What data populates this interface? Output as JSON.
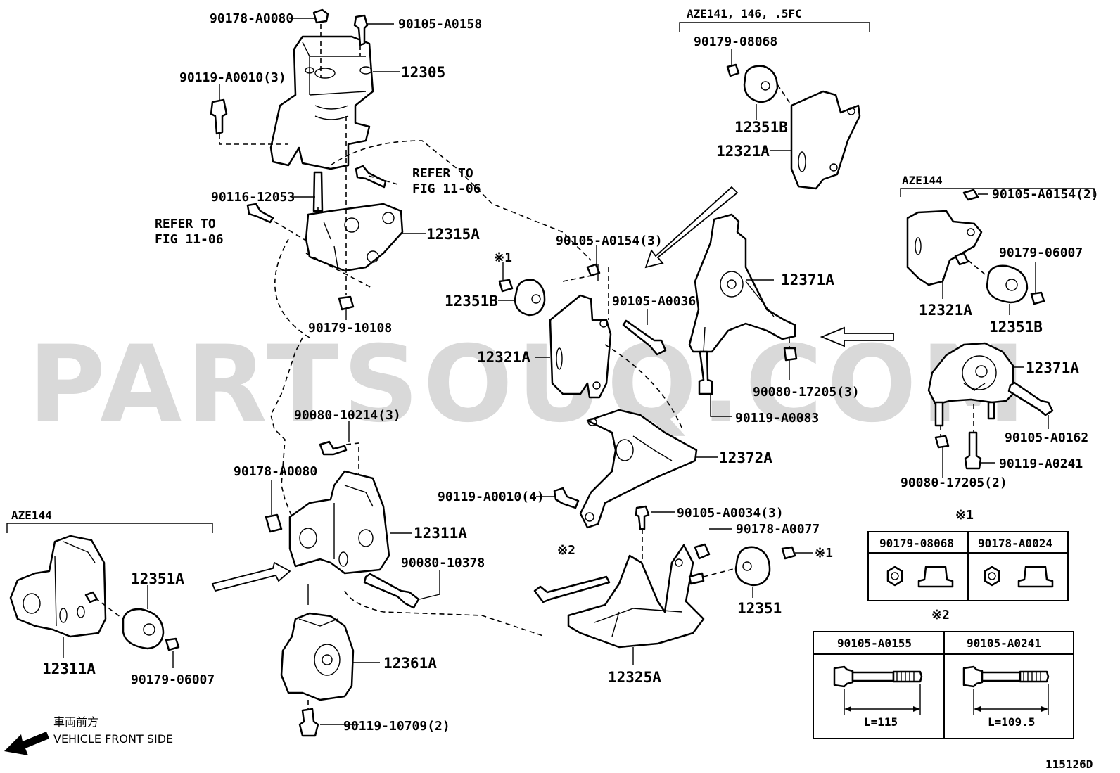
{
  "watermark": "PARTSOUQ.COM",
  "diagram_code": "115126D",
  "front_note": {
    "jp": "車両前方",
    "en": "VEHICLE FRONT SIDE"
  },
  "variants": {
    "top": "AZE141, 146, .5FC",
    "right": "AZE144",
    "left": "AZE144"
  },
  "refer_note": {
    "line1": "REFER TO",
    "line2": "FIG 11-06"
  },
  "labels": {
    "p90178_A0080_top": "90178-A0080",
    "p90105_A0158": "90105-A0158",
    "p12305": "12305",
    "p90119_A0010_3": "90119-A0010(3)",
    "p90116_12053": "90116-12053",
    "p12315A": "12315A",
    "p90179_10108": "90179-10108",
    "p90179_08068_top": "90179-08068",
    "p12351B_top": "12351B",
    "p12321A_top": "12321A",
    "p90105_A0154_3": "90105-A0154(3)",
    "p12351B_mid": "12351B",
    "p12321A_mid": "12321A",
    "p90105_A0036": "90105-A0036",
    "p12371A_mid": "12371A",
    "p90080_17205_3": "90080-17205(3)",
    "p90119_A0083": "90119-A0083",
    "p12372A": "12372A",
    "p90080_10214_3": "90080-10214(3)",
    "p90178_A0080_mid": "90178-A0080",
    "p12311A_mid": "12311A",
    "p90080_10378": "90080-10378",
    "p90119_A0010_4": "90119-A0010(4)",
    "p90105_A0034_3": "90105-A0034(3)",
    "p90178_A0077": "90178-A0077",
    "p12351": "12351",
    "p12325A": "12325A",
    "p12361A": "12361A",
    "p90119_10709_2": "90119-10709(2)",
    "p12351A": "12351A",
    "p12311A_left": "12311A",
    "p90179_06007_left": "90179-06007",
    "p90105_A0154_2": "90105-A0154(2)",
    "p90179_06007_right": "90179-06007",
    "p12321A_right": "12321A",
    "p12351B_right": "12351B",
    "p12371A_right": "12371A",
    "p90105_A0162": "90105-A0162",
    "p90119_A0241": "90119-A0241",
    "p90080_17205_2": "90080-17205(2)"
  },
  "ref_marks": {
    "m1": "※1",
    "m2": "※2"
  },
  "table1": {
    "mark": "※1",
    "col1": "90179-08068",
    "col2": "90178-A0024"
  },
  "table2": {
    "mark": "※2",
    "col1": "90105-A0155",
    "col2": "90105-A0241",
    "len1": "L=115",
    "len2": "L=109.5"
  }
}
